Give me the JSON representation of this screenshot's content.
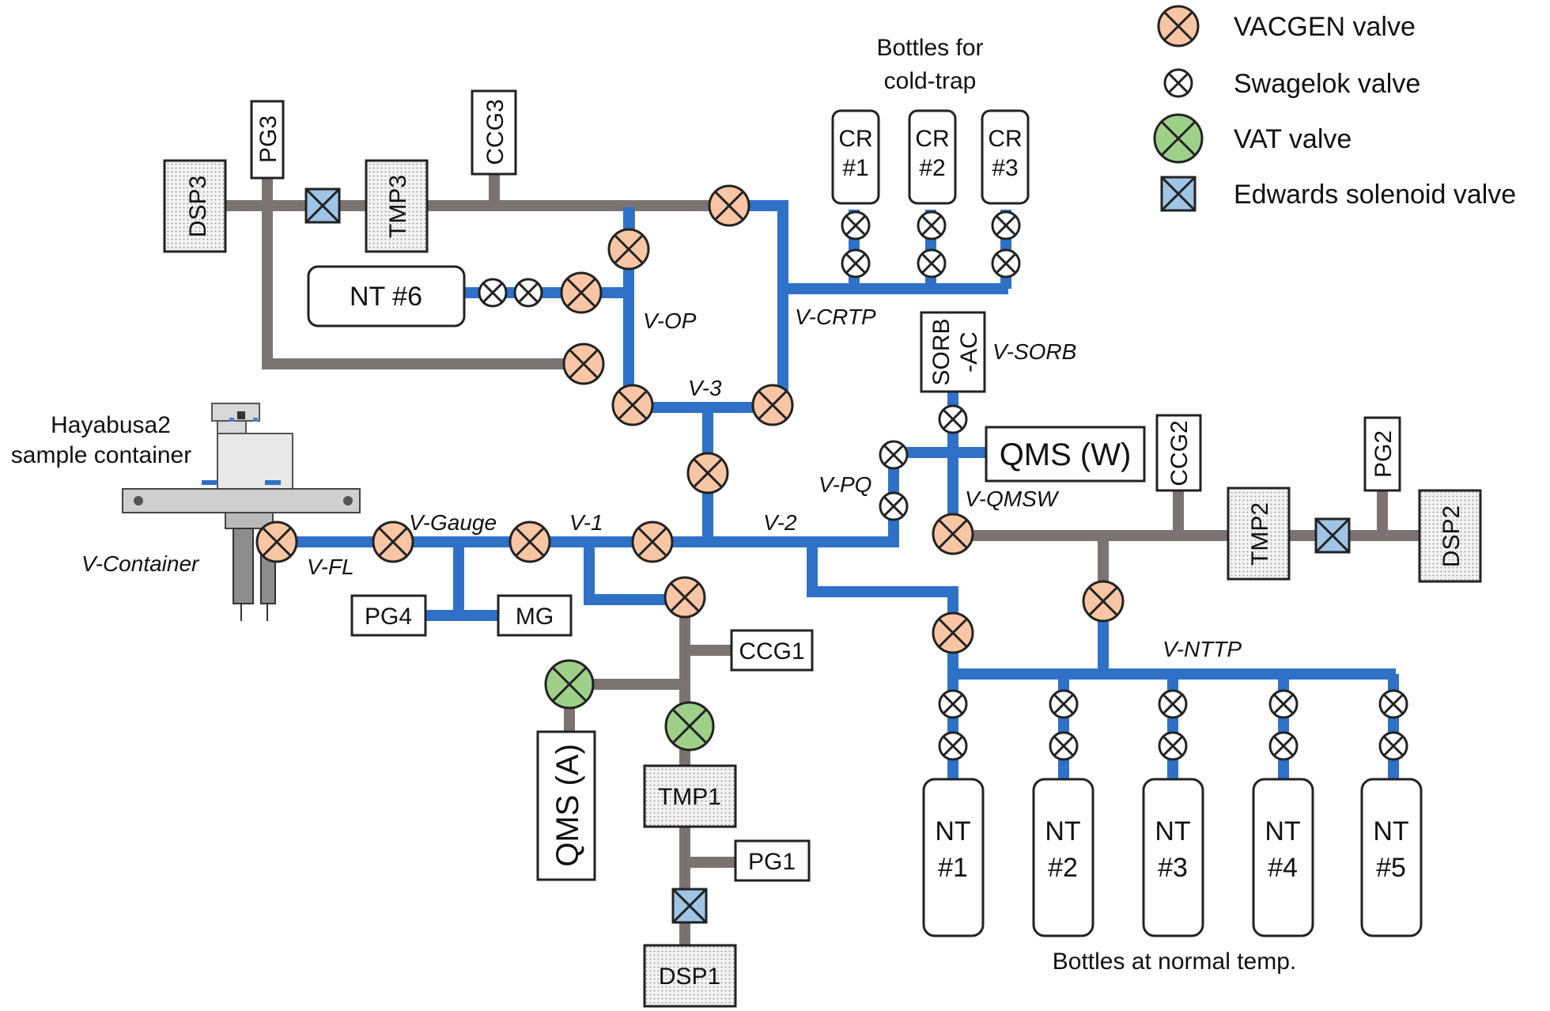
{
  "legend": {
    "vacgen": "VACGEN valve",
    "swagelok": "Swagelok valve",
    "vat": "VAT valve",
    "edwards": "Edwards solenoid valve"
  },
  "captions": {
    "bottles_cold_line1": "Bottles for",
    "bottles_cold_line2": "cold-trap",
    "container_line1": "Hayabusa2",
    "container_line2": "sample container",
    "bottles_normal": "Bottles at normal temp."
  },
  "components": {
    "dsp3": "DSP3",
    "pg3": "PG3",
    "tmp3": "TMP3",
    "ccg3": "CCG3",
    "nt6": "NT #6",
    "cr1_a": "CR",
    "cr1_b": "#1",
    "cr2_a": "CR",
    "cr2_b": "#2",
    "cr3_a": "CR",
    "cr3_b": "#3",
    "sorb_a": "SORB",
    "sorb_b": "-AC",
    "qmsw": "QMS (W)",
    "ccg2": "CCG2",
    "pg2": "PG2",
    "tmp2": "TMP2",
    "dsp2": "DSP2",
    "pg4": "PG4",
    "mg": "MG",
    "ccg1": "CCG1",
    "qmsa": "QMS (A)",
    "tmp1": "TMP1",
    "pg1": "PG1",
    "dsp1": "DSP1",
    "nt1_a": "NT",
    "nt1_b": "#1",
    "nt2_a": "NT",
    "nt2_b": "#2",
    "nt3_a": "NT",
    "nt3_b": "#3",
    "nt4_a": "NT",
    "nt4_b": "#4",
    "nt5_a": "NT",
    "nt5_b": "#5"
  },
  "valve_labels": {
    "v_op": "V-OP",
    "v_crtp": "V-CRTP",
    "v_sorb": "V-SORB",
    "v_3": "V-3",
    "v_pq": "V-PQ",
    "v_qmsw": "V-QMSW",
    "v_gauge": "V-Gauge",
    "v_1": "V-1",
    "v_2": "V-2",
    "v_container": "V-Container",
    "v_fl": "V-FL",
    "v_nttp": "V-NTTP"
  },
  "colors": {
    "vacgen_fill": "#f8c6a4",
    "vat_fill": "#9fd08a",
    "edwards_fill": "#9ec5e6",
    "blue_line": "#2f71c7",
    "gray_line": "#7b7373"
  }
}
